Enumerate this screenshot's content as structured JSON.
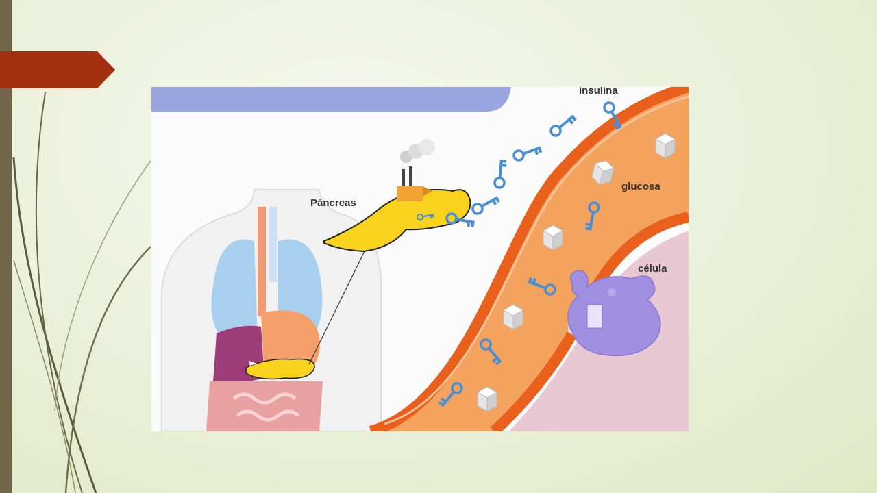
{
  "slide": {
    "colors": {
      "accent_bar": "#6f6548",
      "red_tab": "#a33111",
      "background": "#e8efd6"
    }
  },
  "diagram": {
    "title_banner_text": "",
    "labels": {
      "pancreas": "Páncreas",
      "insulin": "insulina",
      "glucose": "glucosa",
      "cell": "célula"
    },
    "colors": {
      "pancreas": "#f8d21c",
      "vessel": "#f4a35e",
      "vessel_wall": "#e8601c",
      "insulin_key": "#4a8ed6",
      "cell": "#a08ee0",
      "lungs": "#a9cfee",
      "banner": "#9aa6e0"
    },
    "icons": [
      "factory-icon",
      "key-icon",
      "sugar-cube-icon",
      "cell-icon",
      "human-body-icon"
    ]
  }
}
